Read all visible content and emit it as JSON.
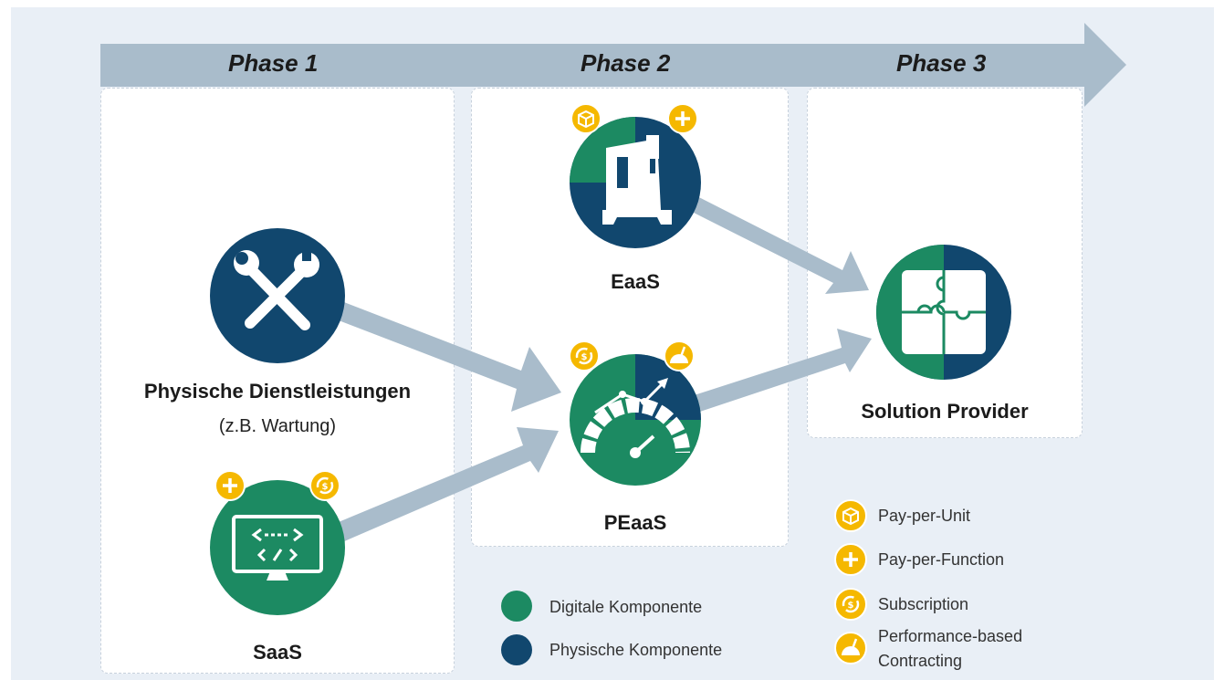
{
  "phases": [
    "Phase 1",
    "Phase 2",
    "Phase 3"
  ],
  "nodes": {
    "physische": {
      "title": "Physische Dienstleistungen",
      "subtitle": "(z.B. Wartung)"
    },
    "saas": {
      "title": "SaaS"
    },
    "eaas": {
      "title": "EaaS"
    },
    "peaas": {
      "title": "PEaaS"
    },
    "solution": {
      "title": "Solution Provider"
    }
  },
  "component_legend": [
    {
      "label": "Digitale Komponente",
      "color": "#1c8a62"
    },
    {
      "label": "Physische Komponente",
      "color": "#11476e"
    }
  ],
  "pricing_legend": [
    {
      "label": "Pay-per-Unit",
      "icon": "box-icon"
    },
    {
      "label": "Pay-per-Function",
      "icon": "plus-icon"
    },
    {
      "label": "Subscription",
      "icon": "subscription-icon"
    },
    {
      "label": "Performance-based",
      "label2": "Contracting",
      "icon": "gauge-icon"
    }
  ],
  "colors": {
    "digital": "#1c8a62",
    "physical": "#11476e",
    "accent": "#f5b800",
    "arrow": "#a9bccb"
  }
}
